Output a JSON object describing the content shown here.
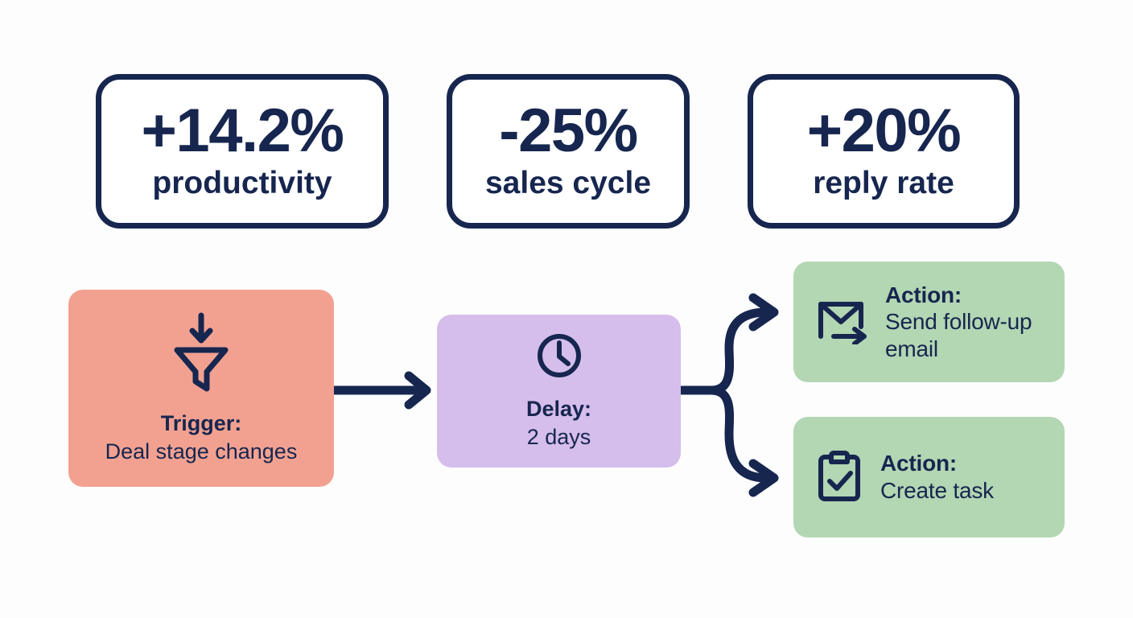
{
  "theme": {
    "background": "#fdfdfd",
    "navy": "#16264f",
    "trigger_fill": "#f2a191",
    "delay_fill": "#d5bdec",
    "action_fill": "#b3d6b3",
    "card_border": "#16264f"
  },
  "stats": [
    {
      "value": "+14.2%",
      "label": "productivity",
      "icon": "none"
    },
    {
      "value": "-25%",
      "label": "sales cycle",
      "icon": "none"
    },
    {
      "value": "+20%",
      "label": "reply rate",
      "icon": "none"
    }
  ],
  "flow": {
    "trigger": {
      "icon": "funnel-icon",
      "title": "Trigger:",
      "subtitle": "Deal stage changes"
    },
    "delay": {
      "icon": "clock-icon",
      "title": "Delay:",
      "subtitle": "2 days"
    },
    "actions": [
      {
        "icon": "email-send-icon",
        "title": "Action:",
        "subtitle": "Send follow-up email"
      },
      {
        "icon": "clipboard-check-icon",
        "title": "Action:",
        "subtitle": "Create task"
      }
    ],
    "connectors": [
      {
        "name": "trigger-to-delay-arrow",
        "kind": "straight-arrow-right"
      },
      {
        "name": "delay-to-action-email-arrow",
        "kind": "curved-arrow-up-right"
      },
      {
        "name": "delay-to-action-task-arrow",
        "kind": "curved-arrow-down-right"
      }
    ]
  }
}
